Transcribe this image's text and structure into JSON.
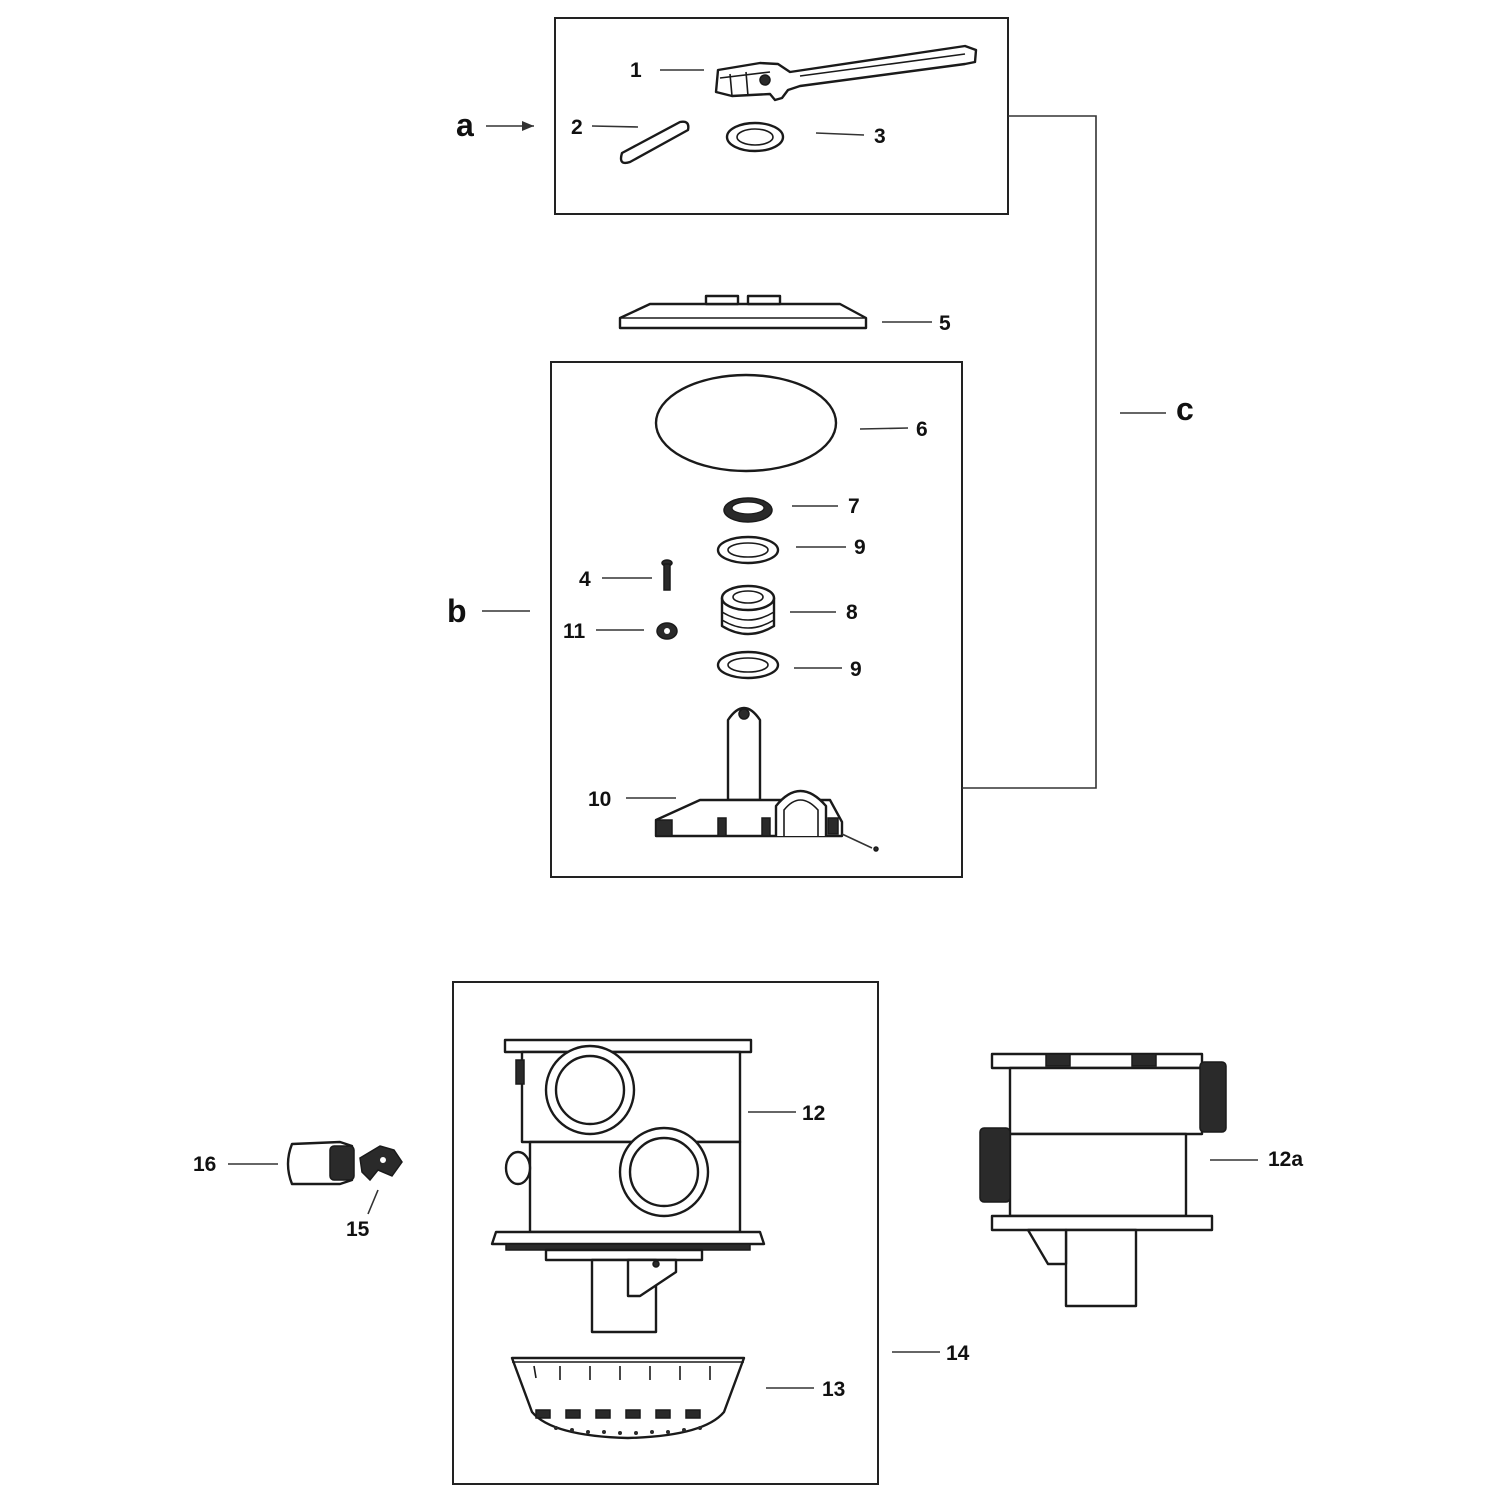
{
  "diagram": {
    "groups": [
      {
        "id": "a",
        "label": "a"
      },
      {
        "id": "b",
        "label": "b"
      },
      {
        "id": "c",
        "label": "c"
      }
    ],
    "parts": [
      {
        "id": "p1",
        "label": "1"
      },
      {
        "id": "p2",
        "label": "2"
      },
      {
        "id": "p3",
        "label": "3"
      },
      {
        "id": "p4",
        "label": "4"
      },
      {
        "id": "p5",
        "label": "5"
      },
      {
        "id": "p6",
        "label": "6"
      },
      {
        "id": "p7",
        "label": "7"
      },
      {
        "id": "p9a",
        "label": "9"
      },
      {
        "id": "p8",
        "label": "8"
      },
      {
        "id": "p11",
        "label": "11"
      },
      {
        "id": "p9b",
        "label": "9"
      },
      {
        "id": "p10",
        "label": "10"
      },
      {
        "id": "p12",
        "label": "12"
      },
      {
        "id": "p12a",
        "label": "12a"
      },
      {
        "id": "p13",
        "label": "13"
      },
      {
        "id": "p14",
        "label": "14"
      },
      {
        "id": "p15",
        "label": "15"
      },
      {
        "id": "p16",
        "label": "16"
      }
    ]
  }
}
